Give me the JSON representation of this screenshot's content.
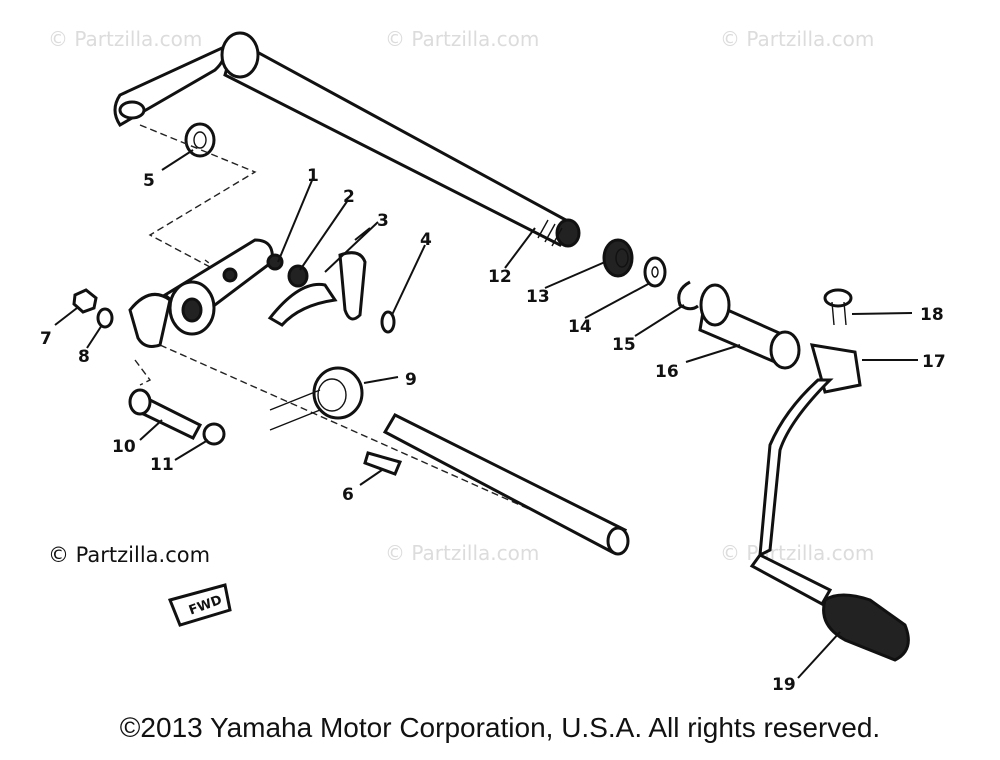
{
  "watermarks": [
    "© Partzilla.com",
    "© Partzilla.com",
    "© Partzilla.com",
    "© Partzilla.com",
    "© Partzilla.com"
  ],
  "corner_watermark": "© Partzilla.com",
  "fwd_label": "FWD",
  "callouts": [
    "1",
    "2",
    "3",
    "4",
    "5",
    "6",
    "7",
    "8",
    "9",
    "10",
    "11",
    "12",
    "13",
    "14",
    "15",
    "16",
    "17",
    "18",
    "19"
  ],
  "copyright": "©2013 Yamaha Motor Corporation, U.S.A. All rights reserved."
}
